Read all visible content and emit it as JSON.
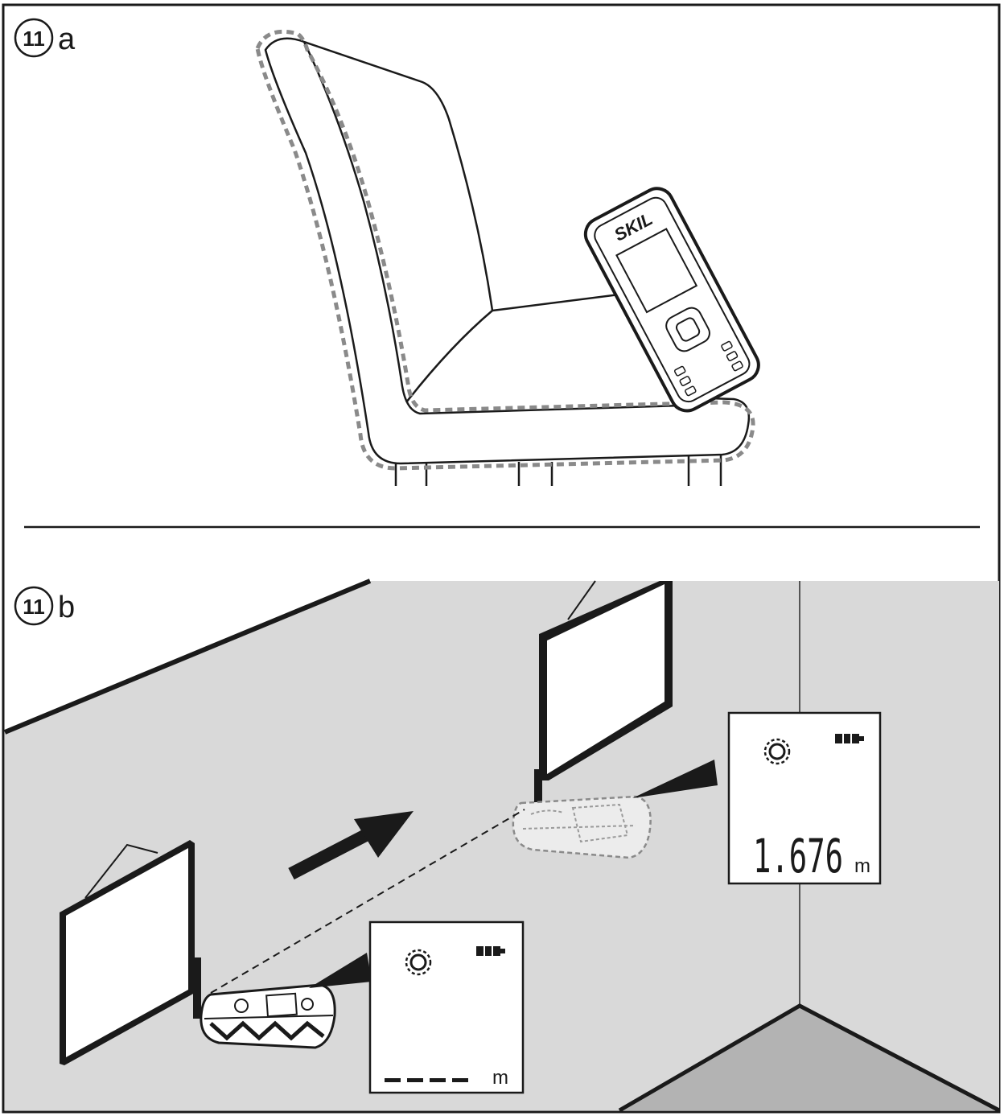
{
  "panels": {
    "a": {
      "step_number": "11",
      "letter": "a"
    },
    "b": {
      "step_number": "11",
      "letter": "b"
    }
  },
  "device": {
    "brand": "SKIL"
  },
  "display_start": {
    "reading": "----",
    "unit": "m",
    "battery": "full"
  },
  "display_end": {
    "reading": "1.676",
    "unit": "m",
    "battery": "full"
  },
  "colors": {
    "ink": "#1a1a1a",
    "floor": "#d9d9d9",
    "corner_floor": "#b3b3b3",
    "dashed_outline": "#8a8a8a"
  }
}
